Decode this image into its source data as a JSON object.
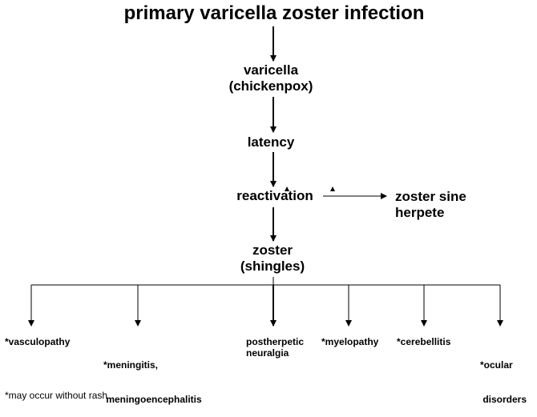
{
  "diagram": {
    "title": "primary varicella zoster infection",
    "varicella": [
      "varicella",
      "(chickenpox)"
    ],
    "latency": "latency",
    "reactivation": "reactivation",
    "zoster_sine_herpete": [
      "zoster sine",
      "herpete"
    ],
    "zoster": [
      "zoster",
      "(shingles)"
    ],
    "complications": [
      {
        "lines": [
          "*vasculopathy"
        ]
      },
      {
        "lines": [
          "*meningitis,",
          " meningoencephalitis"
        ]
      },
      {
        "lines": [
          "postherpetic",
          "neuralgia"
        ]
      },
      {
        "lines": [
          "*myelopathy"
        ]
      },
      {
        "lines": [
          "*cerebellitis"
        ]
      },
      {
        "lines": [
          "*ocular",
          " disorders"
        ]
      }
    ],
    "footnote": "*may occur without rash"
  }
}
